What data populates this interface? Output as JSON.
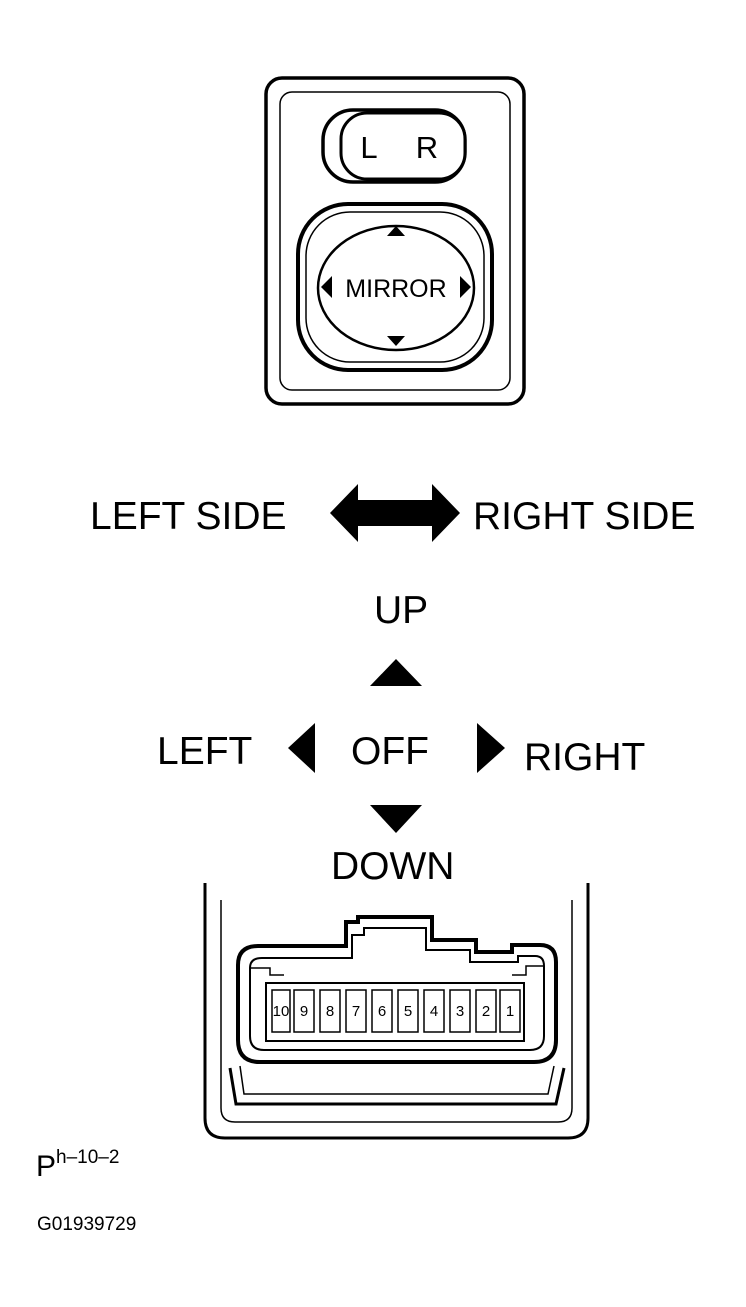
{
  "switch": {
    "selector_left": "L",
    "selector_right": "R",
    "knob_label": "MIRROR"
  },
  "labels": {
    "left_side": "LEFT SIDE",
    "right_side": "RIGHT SIDE",
    "up": "UP",
    "left": "LEFT",
    "off": "OFF",
    "right": "RIGHT",
    "down": "DOWN"
  },
  "connector": {
    "pins": [
      "10",
      "9",
      "8",
      "7",
      "6",
      "5",
      "4",
      "3",
      "2",
      "1"
    ]
  },
  "footer": {
    "ref_main": "P",
    "ref_sup": "h–10–2",
    "figure_id": "G01939729"
  }
}
